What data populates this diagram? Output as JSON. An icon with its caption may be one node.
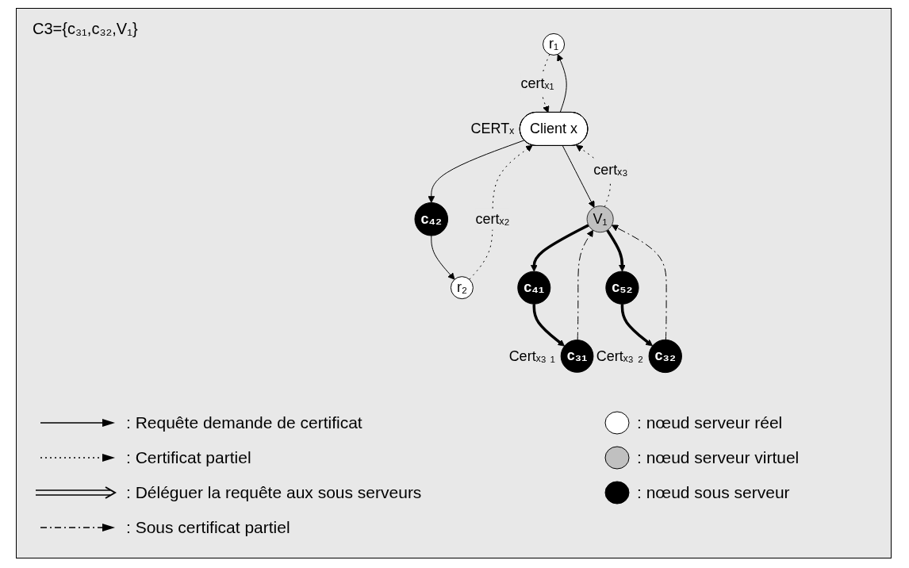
{
  "diagram": {
    "nodes": [
      {
        "text": [
          "r₁"
        ]
      },
      {
        "text": [
          "Client x"
        ],
        "beside": [
          "CERTₓ"
        ]
      },
      {
        "text": [
          "c₄₂"
        ]
      },
      {
        "text": [
          "r₂"
        ]
      },
      {
        "text": [
          "V₁"
        ]
      },
      {
        "text": [
          "c₃₁"
        ],
        "beside": [
          "Certₓ₃ ₁"
        ]
      },
      {
        "text": [
          "c₄₁"
        ]
      },
      {
        "text": [
          "c₅₂"
        ]
      },
      {
        "text": [
          "c₃₂"
        ],
        "beside": [
          "Certₓ₃ ₂"
        ]
      }
    ],
    "edges": [
      {
        "from": 1,
        "to": 0,
        "arrow": "to"
      },
      {
        "from": 0,
        "to": 1,
        "arrow": "to",
        "style": "dashed",
        "label": "certₓ₁"
      },
      {
        "from": 1,
        "to": 2,
        "arrow": "to"
      },
      {
        "from": 2,
        "to": 3,
        "arrow": "to"
      },
      {
        "from": 3,
        "to": 1,
        "arrow": "to",
        "style": "dashed",
        "label": "certₓ₂"
      },
      {
        "from": 1,
        "to": 4,
        "arrow": "to"
      },
      {
        "from": 4,
        "to": 1,
        "arrow": "to",
        "style": "dashed",
        "label": "certₓ₃"
      },
      {
        "from": 4,
        "to": 6,
        "arrow": "to",
        "style": "thick"
      },
      {
        "from": 6,
        "to": 5,
        "arrow": "to",
        "style": "thick"
      },
      {
        "from": 4,
        "to": 7,
        "arrow": "to",
        "style": "thick"
      },
      {
        "from": 7,
        "to": 8,
        "arrow": "to",
        "style": "thick"
      },
      {
        "from": 5,
        "to": 4,
        "arrow": "to",
        "style": "dashed"
      },
      {
        "from": 8,
        "to": 4,
        "arrow": "to",
        "style": "dashed"
      }
    ],
    "labels": [
      "C3={c₃₁,c₃₂,V₁}"
    ],
    "legend": [
      {
        "text": ": Requête demande de certificat"
      },
      {
        "text": ": Certificat partiel"
      },
      {
        "text": ": Déléguer la requête aux sous serveurs"
      },
      {
        "text": ": Sous certificat partiel"
      },
      {
        "text": ": nœud serveur réel",
        "color": "#ffffff"
      },
      {
        "text": ": nœud serveur virtuel",
        "color": "#c0c0c0"
      },
      {
        "text": ": nœud sous serveur",
        "color": "#000000"
      }
    ]
  }
}
